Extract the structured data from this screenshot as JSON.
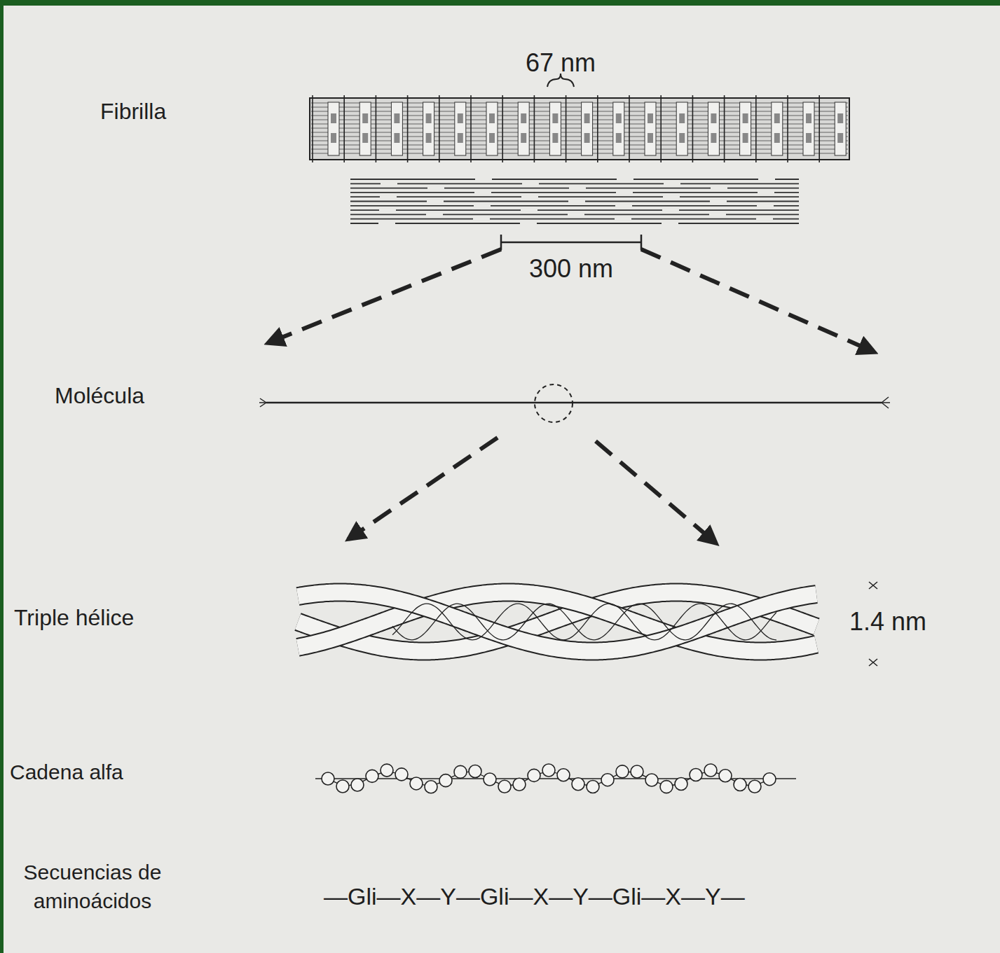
{
  "diagram": {
    "labels": [
      "67 nm",
      "Fibrilla",
      "300 nm",
      "Molécula",
      "Triple hélice",
      "1.4 nm",
      "Cadena alfa",
      "Secuencias de aminoácidos",
      "—Gli—X—Y—Gli—X—Y—Gli—X—Y—"
    ]
  }
}
